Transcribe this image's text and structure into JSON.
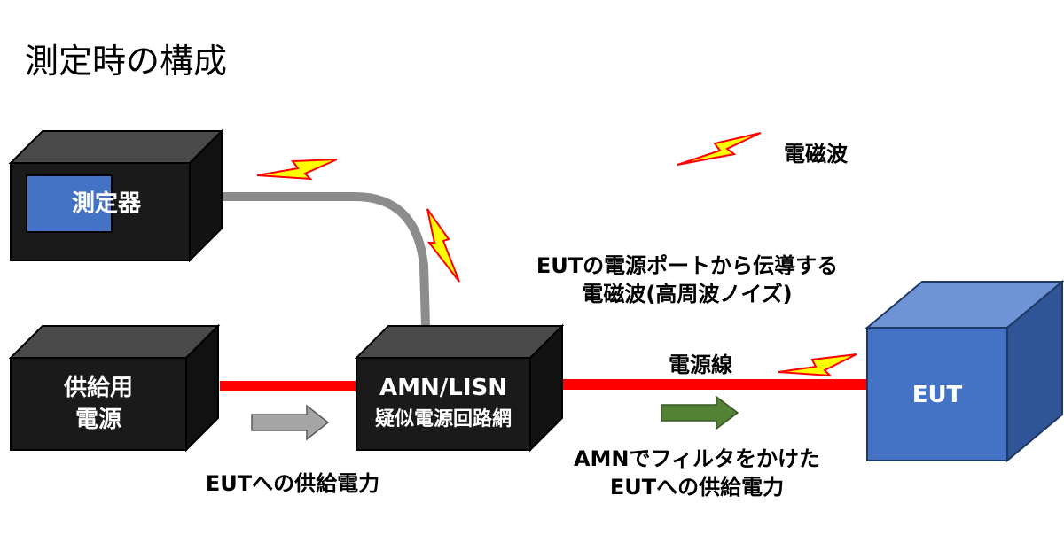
{
  "title": "測定時の構成",
  "legend": {
    "label": "電磁波"
  },
  "boxes": {
    "measuring_instrument": "測定器",
    "power_supply": [
      "供給用",
      "電源"
    ],
    "amn": [
      "AMN/LISN",
      "疑似電源回路網"
    ],
    "eut": "EUT"
  },
  "labels": {
    "conducted_wave": [
      "EUTの電源ポートから伝導する",
      "電磁波(高周波ノイズ)"
    ],
    "power_line": "電源線",
    "supply_power": "EUTへの供給電力",
    "filtered_power": [
      "AMNでフィルタをかけた",
      "EUTへの供給電力"
    ]
  },
  "colors": {
    "box_dark": "#1a1a1a",
    "box_top": "#4a4a4a",
    "screen": "#4472c4",
    "eut_front": "#4472c4",
    "eut_top": "#6f94d6",
    "eut_side": "#2f5597",
    "power_line": "#ff0000",
    "signal_cable": "#8c8c8c",
    "arrow_gray": "#a6a6a6",
    "arrow_green": "#548235",
    "lightning_fill": "#ffff00",
    "lightning_stroke": "#ff0000"
  }
}
